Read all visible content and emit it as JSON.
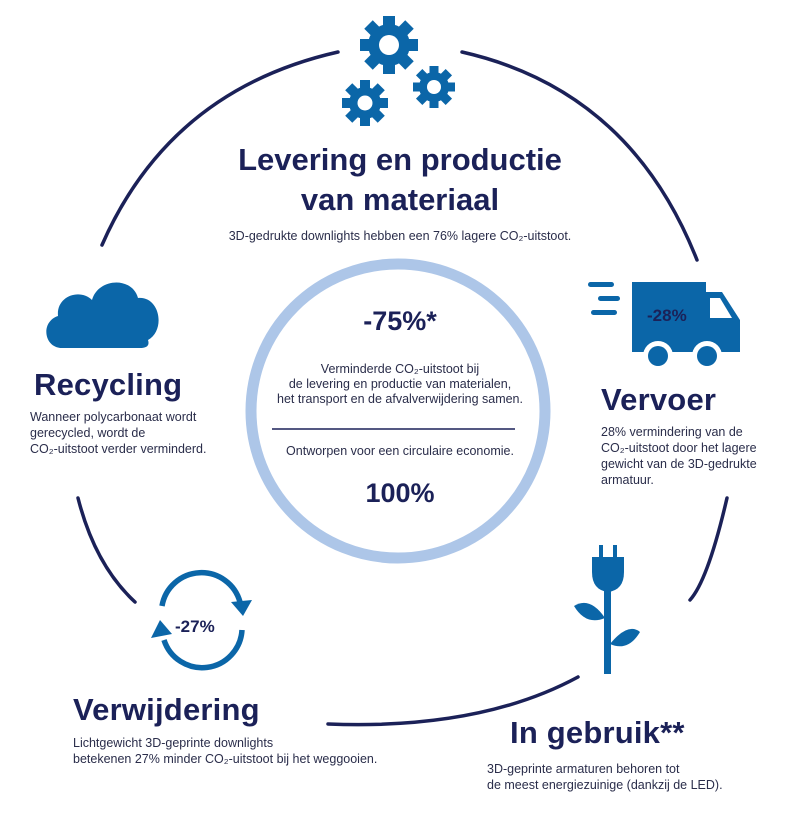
{
  "top": {
    "title_line1": "Levering en productie",
    "title_line2": "van materiaal",
    "text": "3D-gedrukte downlights hebben een 76% lagere CO₂-uitstoot.",
    "icon": "gears-icon"
  },
  "center": {
    "percent_top": "-75%*",
    "text_lines": [
      "Verminderde CO₂-uitstoot bij",
      "de levering en productie van materialen,",
      "het transport en de afvalverwijdering samen."
    ],
    "circular_text": "Ontworpen voor een circulaire economie.",
    "percent_bottom": "100%"
  },
  "vervoer": {
    "title": "Vervoer",
    "badge": "-28%",
    "icon": "truck-icon",
    "text_lines": [
      "28% vermindering van de",
      "CO₂-uitstoot door het lagere",
      "gewicht van de 3D-gedrukte",
      "armatuur."
    ]
  },
  "in_gebruik": {
    "title": "In gebruik**",
    "icon": "plug-plant-icon",
    "text_lines": [
      "3D-geprinte armaturen behoren tot",
      "de meest energiezuinige (dankzij de LED)."
    ]
  },
  "verwijdering": {
    "title": "Verwijdering",
    "badge": "-27%",
    "icon": "cycle-arrows-icon",
    "text_lines": [
      "Lichtgewicht 3D-geprinte downlights",
      "betekenen 27% minder CO₂-uitstoot bij het weggooien."
    ]
  },
  "recycling": {
    "title": "Recycling",
    "icon": "cloud-icon",
    "text_lines": [
      "Wanneer polycarbonaat wordt",
      "gerecycled, wordt de",
      "CO₂-uitstoot verder verminderd."
    ]
  },
  "colors": {
    "navy": "#1b2158",
    "blue": "#0b66a8",
    "light_ring": "#adc6e8"
  }
}
